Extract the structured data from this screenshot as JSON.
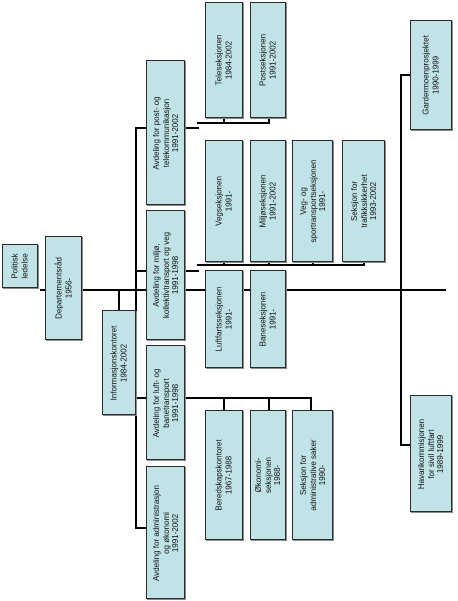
{
  "chart_data": {
    "type": "org-chart",
    "orientation": "rotated 90 degrees counter-clockwise",
    "nodes": [
      {
        "id": "politisk",
        "label": "Politisk\nledelse"
      },
      {
        "id": "departementsrad",
        "label": "Departementsråd\n1956-",
        "parent": "politisk"
      },
      {
        "id": "informasjonskontoret",
        "label": "Informasjonskontoret\n1984-2002",
        "parent": "departementsrad"
      },
      {
        "id": "post_tele",
        "label": "Avdeling for post- og\ntelekommunikasjon\n1991-2002",
        "parent": "departementsrad"
      },
      {
        "id": "teleseksjonen",
        "label": "Teleseksjonen\n1984-2002",
        "parent": "post_tele"
      },
      {
        "id": "postseksjonen",
        "label": "Postseksjonen\n1991-2002",
        "parent": "post_tele"
      },
      {
        "id": "miljo_vei",
        "label": "Avdeling for miljø,\nkollektivtransport og veg\n1991-1998",
        "parent": "departementsrad"
      },
      {
        "id": "vegseksjonen",
        "label": "Vegseksjonen\n1991-",
        "parent": "miljo_vei"
      },
      {
        "id": "miljoseksjonen",
        "label": "Miljøseksjonen\n1991-2002",
        "parent": "miljo_vei"
      },
      {
        "id": "veg_spor",
        "label": "Veg- og\nsportransportseksjonen\n1991-",
        "parent": "miljo_vei"
      },
      {
        "id": "trafikksikkerhet",
        "label": "Seksjon for\ntrafikksikkerhet\n1993-2002",
        "parent": "miljo_vei"
      },
      {
        "id": "luft_bane",
        "label": "Avdeling for luft- og\nbanetransport\n1991-1998",
        "parent": "departementsrad"
      },
      {
        "id": "luftfart",
        "label": "Luftfartsseksjonen\n1991-",
        "parent": "luft_bane"
      },
      {
        "id": "baneseksjonen",
        "label": "Baneseksjonen\n1991-",
        "parent": "luft_bane"
      },
      {
        "id": "adm_okonomi",
        "label": "Avdeling for administrasjon\nog økonomi\n1991-2002",
        "parent": "departementsrad"
      },
      {
        "id": "beredskap",
        "label": "Beredskapskontoret\n1967-1988",
        "parent": "adm_okonomi"
      },
      {
        "id": "okonomi",
        "label": "Økonomi-\nseksjonen\n1988-",
        "parent": "adm_okonomi"
      },
      {
        "id": "adm_saker",
        "label": "Seksjon for\nadministrative saker\n1990-",
        "parent": "adm_okonomi"
      },
      {
        "id": "gardermoen",
        "label": "Gardermoenprosjektet\n1990-1999",
        "parent": "departementsrad"
      },
      {
        "id": "havarikommisjonen",
        "label": "Havarikommisjonen\nfor sivil luftfart\n1989-1999",
        "parent": "departementsrad"
      }
    ]
  }
}
